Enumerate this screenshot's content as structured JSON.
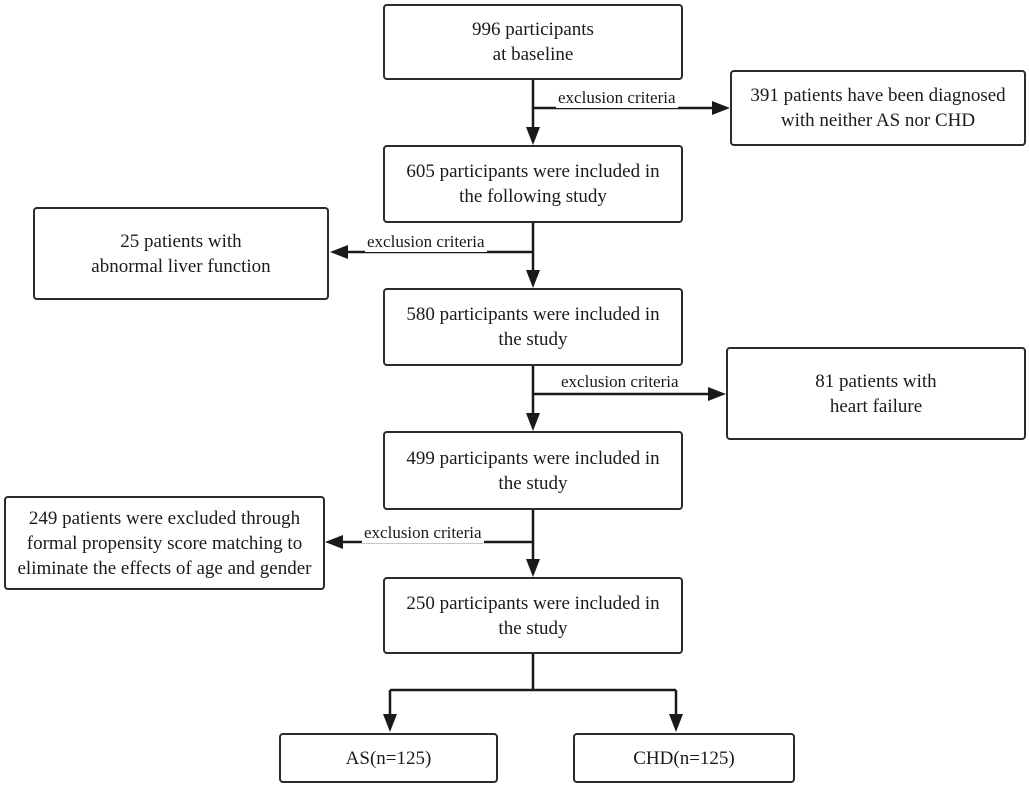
{
  "boxes": {
    "baseline": [
      "996 participants",
      "at baseline"
    ],
    "step1": [
      "605 participants were included in",
      "the following study"
    ],
    "step2": [
      "580 participants were included in",
      "the study"
    ],
    "step3": [
      "499 participants were included in",
      "the study"
    ],
    "step4": [
      "250 participants were included in",
      "the study"
    ],
    "excl1": [
      "391 patients have been diagnosed",
      "with neither AS nor CHD"
    ],
    "excl2": [
      "25 patients with",
      "abnormal liver function"
    ],
    "excl3": [
      "81 patients with",
      "heart failure"
    ],
    "excl4": [
      "249 patients were excluded through",
      "formal propensity score matching to",
      "eliminate the effects of age and gender"
    ],
    "group_as": [
      "AS(n=125)"
    ],
    "group_chd": [
      "CHD(n=125)"
    ]
  },
  "exclusion_label": "exclusion criteria"
}
